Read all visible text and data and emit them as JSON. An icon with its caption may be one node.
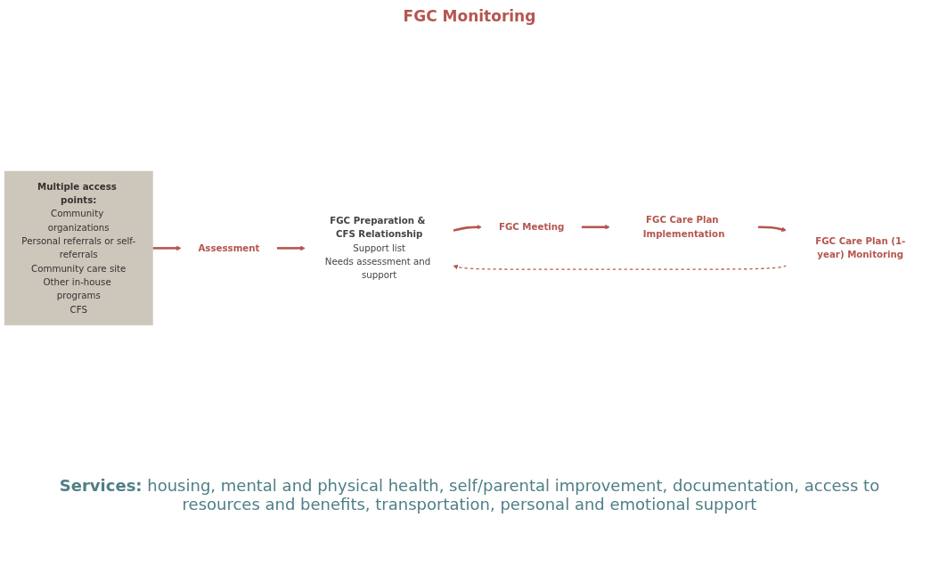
{
  "diagram": {
    "nodes": [
      {
        "text": [
          "Multiple access points:",
          "Community organizations",
          "Personal referrals or self-referrals",
          "Community care site",
          "Other in-house programs",
          "CFS"
        ]
      },
      {
        "text": [
          "Assessment"
        ]
      },
      {
        "text": [
          "FGC Preparation & CFS Relationship",
          "Support list",
          "Needs assessment and support"
        ]
      },
      {
        "text": [
          "FGC Meeting"
        ]
      },
      {
        "text": [
          "FGC Care Plan Implementation"
        ]
      },
      {
        "text": [
          "FGC Care Plan (1-year) Monitoring"
        ]
      }
    ],
    "edges": [
      {
        "from": 0,
        "to": 1,
        "arrow": "to"
      },
      {
        "from": 1,
        "to": 2,
        "arrow": "to"
      },
      {
        "from": 2,
        "to": 3,
        "arrow": "to"
      },
      {
        "from": 3,
        "to": 4,
        "arrow": "to"
      },
      {
        "from": 4,
        "to": 5,
        "arrow": "to"
      },
      {
        "from": 5,
        "to": 2,
        "arrow": "to",
        "style": "dashed"
      }
    ],
    "labels": [
      "FGC Monitoring",
      "**Services:** housing, mental and physical health, self/parental improvement, documentation, access to resources and benefits, transportation, personal and emotional support"
    ]
  }
}
